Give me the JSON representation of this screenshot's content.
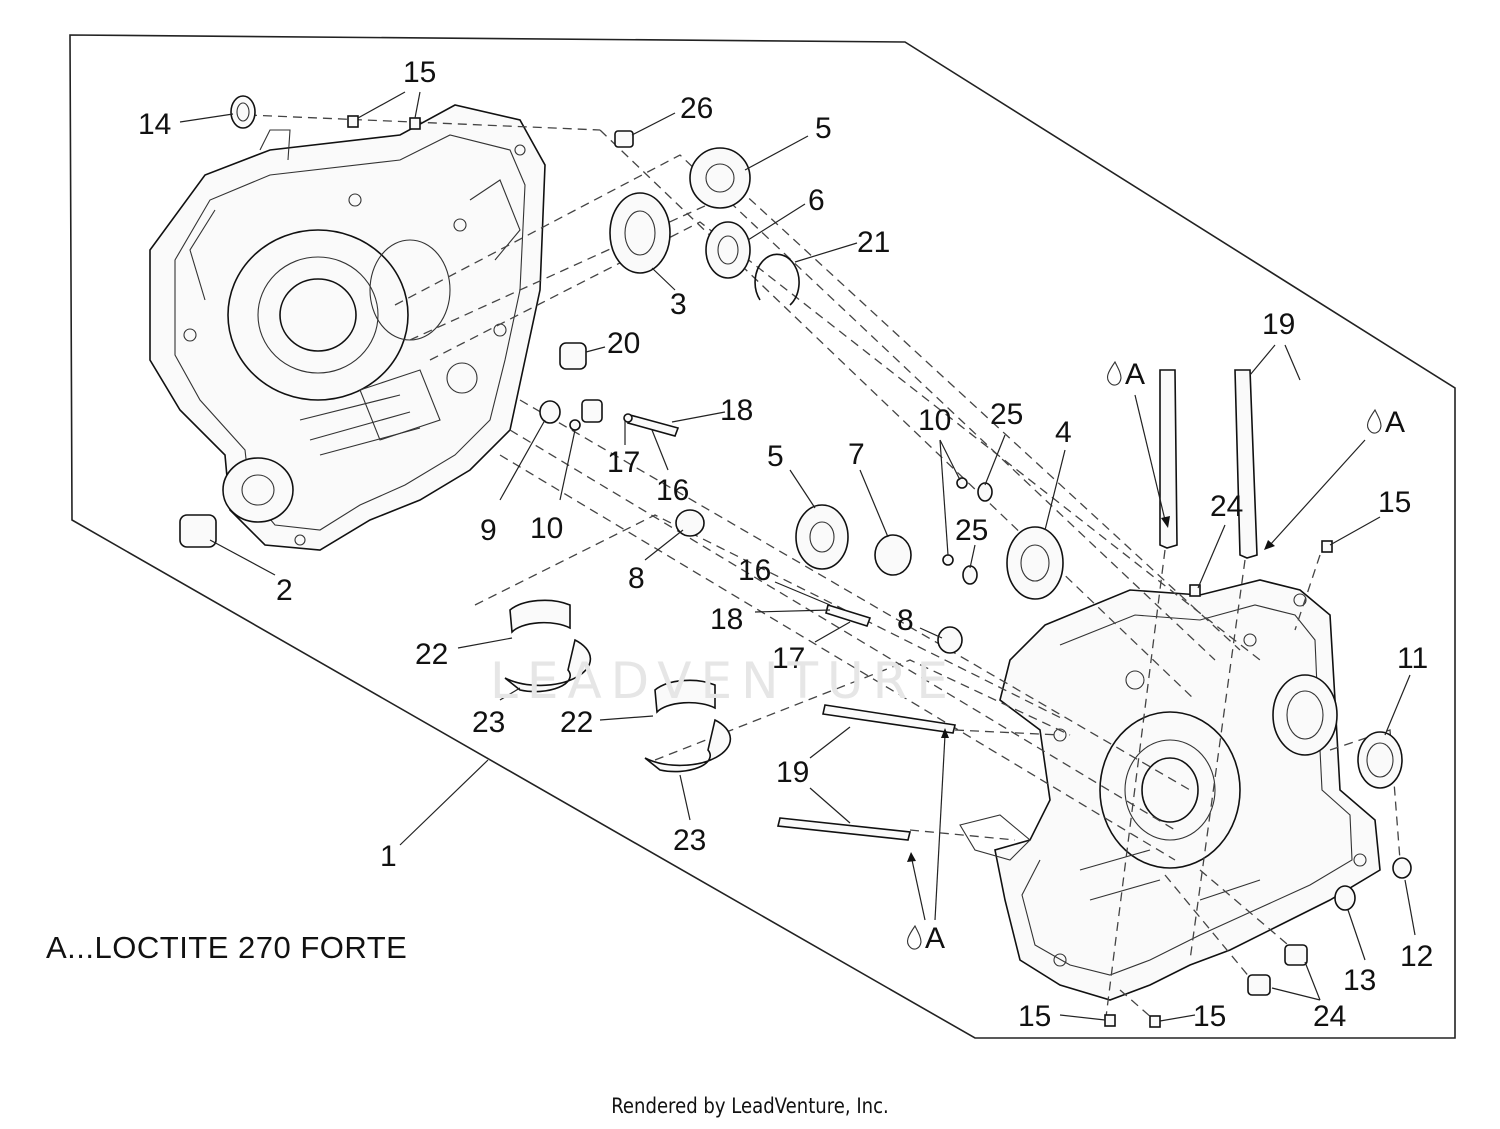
{
  "note": "A...LOCTITE 270 FORTE",
  "footer": "Rendered by LeadVenture, Inc.",
  "watermark": "LEADVENTURE",
  "callouts": {
    "c15a": "15",
    "c14": "14",
    "c26": "26",
    "c5a": "5",
    "c6": "6",
    "c21": "21",
    "c3": "3",
    "c20": "20",
    "c18a": "18",
    "c17a": "17",
    "c16a": "16",
    "c9": "9",
    "c10a": "10",
    "c2": "2",
    "c8a": "8",
    "c19a": "19",
    "c10b": "10",
    "c25a": "25",
    "c4": "4",
    "c7": "7",
    "c5b": "5",
    "c25b": "25",
    "c24a": "24",
    "c15b": "15",
    "c16b": "16",
    "c18b": "18",
    "c17b": "17",
    "c8b": "8",
    "c11": "11",
    "c22a": "22",
    "c23a": "23",
    "c22b": "22",
    "c23b": "23",
    "c19b": "19",
    "c1": "1",
    "c12": "12",
    "c13": "13",
    "c24b": "24",
    "c15c": "15",
    "c15d": "15",
    "a1": "A",
    "a2": "A",
    "a3": "A"
  }
}
